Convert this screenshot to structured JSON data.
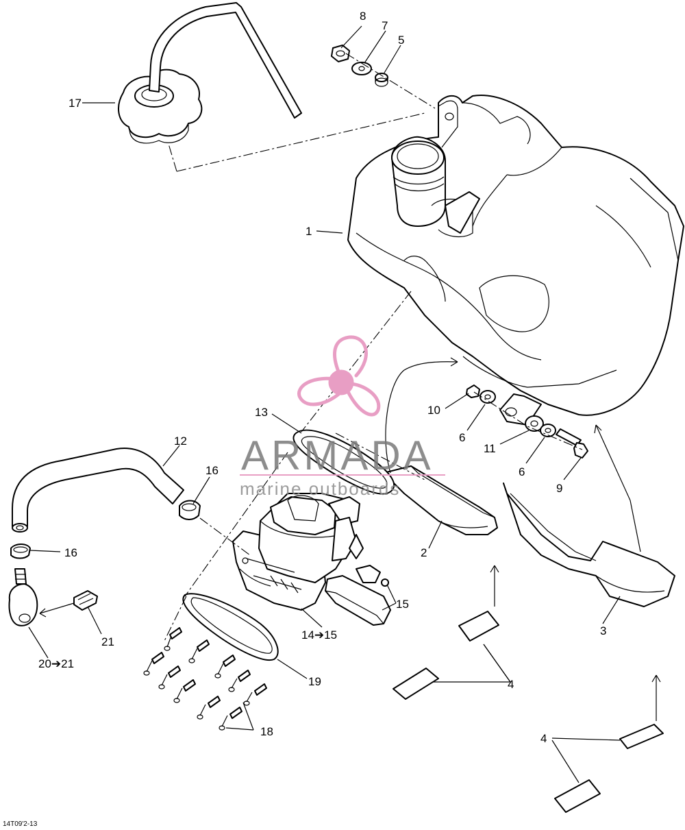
{
  "diagram": {
    "drawing_code": "14T09'2-13",
    "watermark": {
      "brand": "ARMADA",
      "tagline": "marine outboards",
      "logo_color": "#e89ec4",
      "text_color": "#7a7a7a"
    },
    "callouts": {
      "c1": "1",
      "c2": "2",
      "c3": "3",
      "c4a": "4",
      "c4b": "4",
      "c5": "5",
      "c6a": "6",
      "c6b": "6",
      "c7": "7",
      "c8": "8",
      "c9": "9",
      "c10": "10",
      "c11": "11",
      "c12": "12",
      "c13": "13",
      "c14": "14➔15",
      "c15": "15",
      "c16a": "16",
      "c16b": "16",
      "c17": "17",
      "c18": "18",
      "c19": "19",
      "c20": "20➔21",
      "c21": "21"
    }
  }
}
